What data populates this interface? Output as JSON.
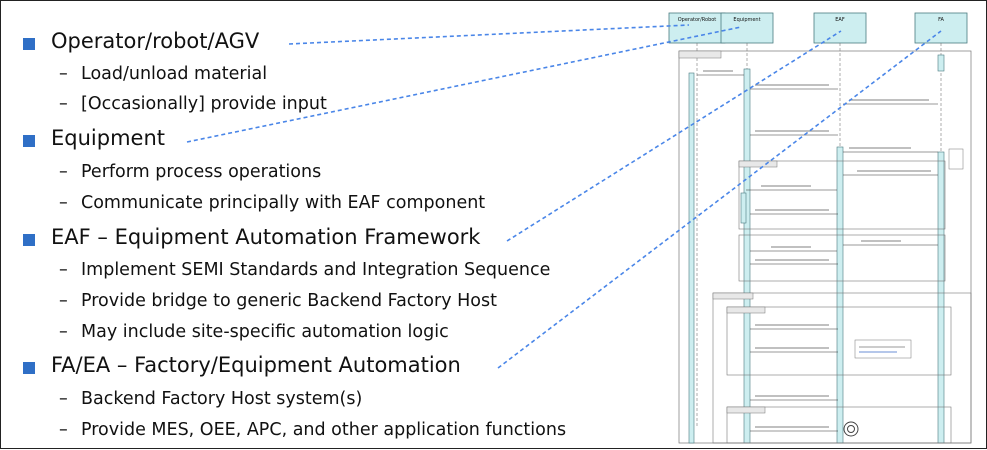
{
  "bullets": [
    {
      "label": "Operator/robot/AGV",
      "subs": [
        "Load/unload material",
        "[Occasionally] provide input"
      ]
    },
    {
      "label": "Equipment",
      "subs": [
        "Perform process operations",
        "Communicate principally with EAF component"
      ]
    },
    {
      "label": "EAF – Equipment Automation Framework",
      "subs": [
        "Implement SEMI Standards and Integration Sequence",
        "Provide bridge to generic Backend Factory Host",
        "May include site-specific automation logic"
      ]
    },
    {
      "label": "FA/EA – Factory/Equipment Automation",
      "subs": [
        "Backend Factory Host system(s)",
        "Provide MES, OEE, APC, and other application functions"
      ]
    }
  ],
  "diagram": {
    "lifelines": [
      "Operator/Robot",
      "Equipment",
      "EAF",
      "FA"
    ]
  },
  "colors": {
    "bullet": "#2f6fc6",
    "connector": "#4a86e8",
    "lifeline_box": "#cdeef0",
    "activation": "#cdeef0"
  }
}
